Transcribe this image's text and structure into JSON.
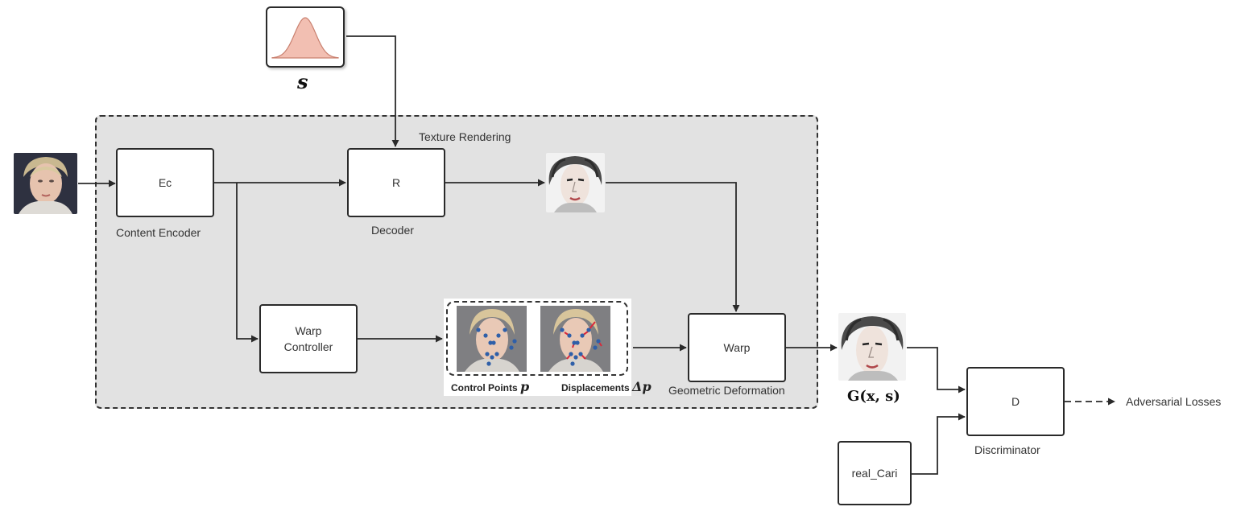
{
  "inputs": {
    "style_code": "s",
    "real_caricature": "real_Cari"
  },
  "region": {
    "title": "Texture Rendering"
  },
  "modules": {
    "content_encoder": {
      "symbol": "Ec",
      "caption": "Content Encoder"
    },
    "decoder": {
      "symbol": "R",
      "caption": "Decoder"
    },
    "warp_controller": {
      "label_line1": "Warp",
      "label_line2": "Controller"
    },
    "warp": {
      "symbol": "Warp",
      "caption": "Geometric Deformation"
    },
    "discriminator": {
      "symbol": "D",
      "caption": "Discriminator"
    }
  },
  "control_points_panel": {
    "control_points_label": "Control Points",
    "control_points_symbol": "p",
    "displacements_label": "Displacements",
    "displacements_symbol": "Δp"
  },
  "output": {
    "generated_label": "G(x, s)",
    "loss_label": "Adversarial Losses"
  },
  "colors": {
    "region_fill": "#e2e2e2",
    "distribution_fill": "#f2bfb2",
    "distribution_stroke": "#c9806f",
    "control_point": "#2f5fa8",
    "displacement": "#d8283a"
  },
  "icons": {
    "face_photo": "portrait-photo-icon",
    "face_caricature": "caricature-portrait-icon",
    "distribution": "gaussian-curve-icon"
  }
}
